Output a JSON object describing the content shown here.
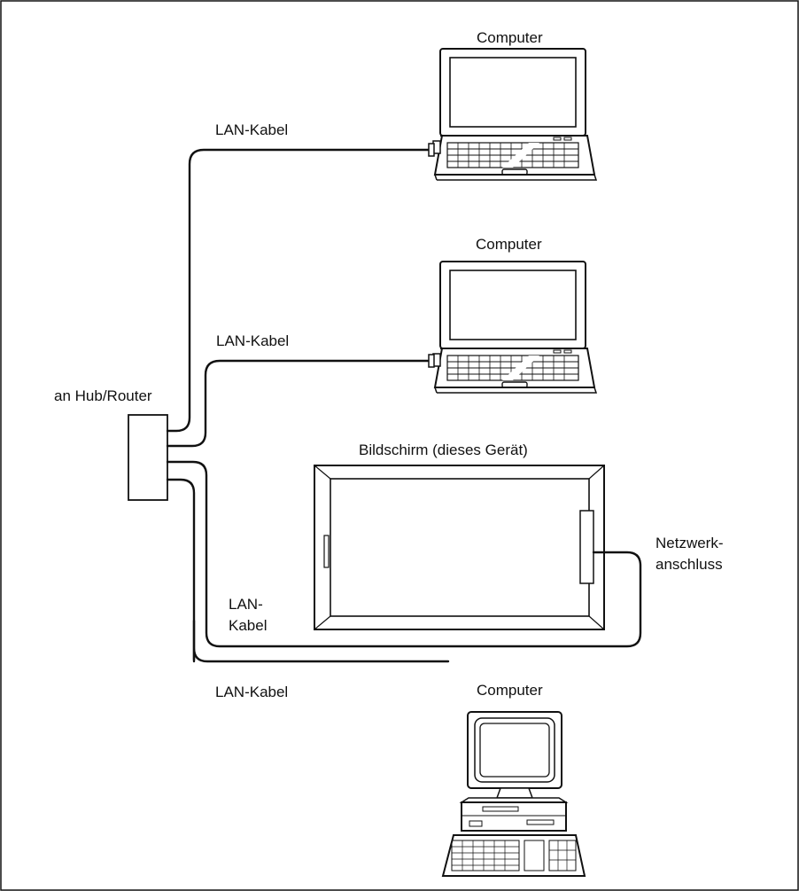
{
  "labels": {
    "computer_1": "Computer",
    "computer_2": "Computer",
    "computer_3": "Computer",
    "cable_1": "LAN-Kabel",
    "cable_2": "LAN-Kabel",
    "cable_3_line1": "LAN-",
    "cable_3_line2": "Kabel",
    "cable_4": "LAN-Kabel",
    "hub": "an Hub/Router",
    "display": "Bildschirm (dieses Gerät)",
    "port_line1": "Netzwerk-",
    "port_line2": "anschluss"
  },
  "icons": {
    "laptop": "laptop-icon",
    "desktop": "desktop-computer-icon",
    "display": "display-monitor-icon",
    "hub": "hub-router-icon"
  },
  "colors": {
    "line": "#111111",
    "background": "#ffffff"
  }
}
